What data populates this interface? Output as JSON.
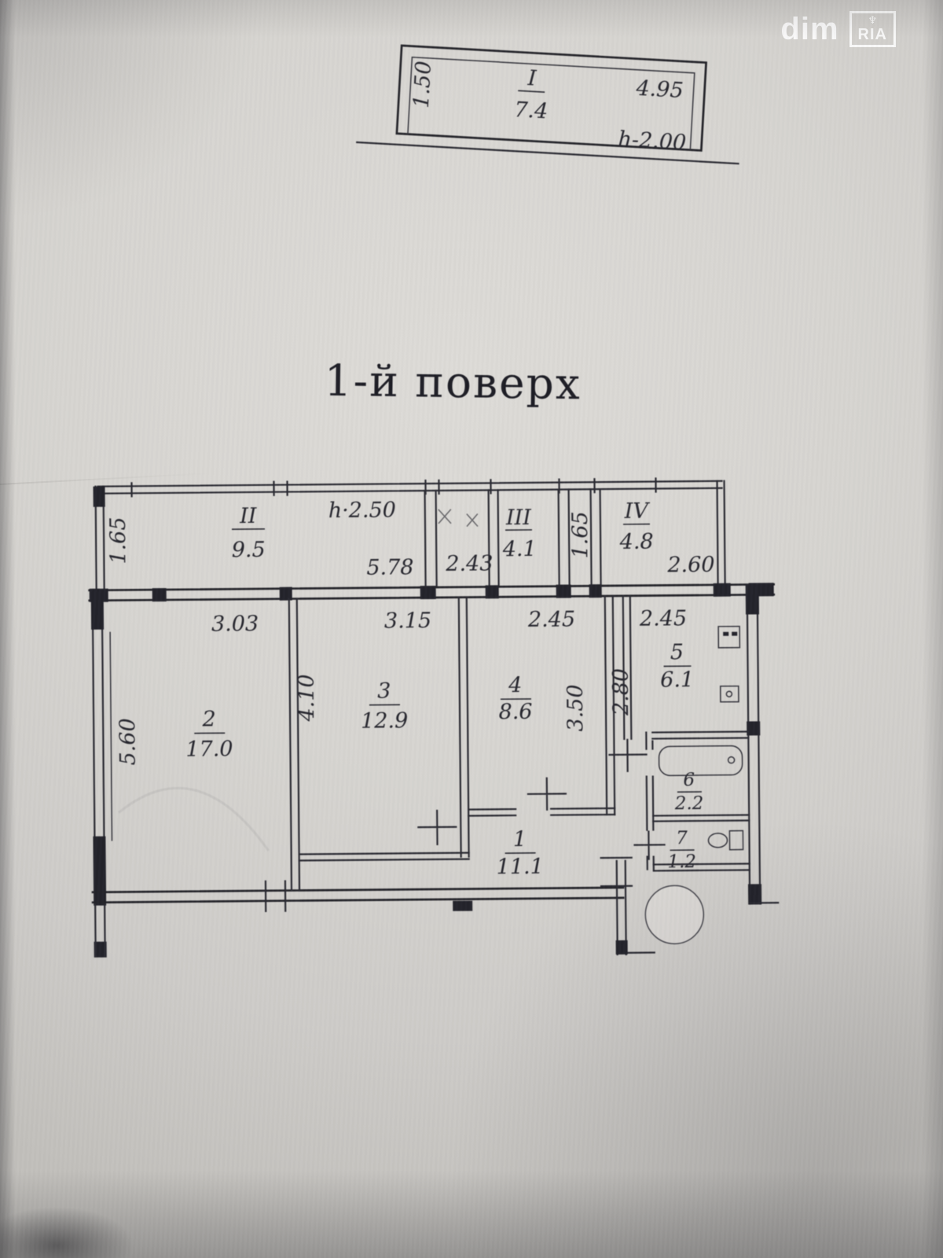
{
  "watermark": {
    "dim": "dim",
    "ria": "RIA",
    "trident": "♆"
  },
  "title": "1-й поверх",
  "upper_plan": {
    "side_dim": "1.50",
    "num": "I",
    "area": "7.4",
    "width_dim": "4.95",
    "height_note": "h-2.00"
  },
  "floor_plan": {
    "strip": {
      "left_dim": "1.65",
      "loggia_num": "II",
      "loggia_area": "9.5",
      "ceiling_note": "h·2.50",
      "width1": "5.78",
      "width2": "2.43",
      "r3_num": "III",
      "r3_area": "4.1",
      "right_dim": "1.65",
      "r4_num": "IV",
      "r4_area": "4.8",
      "width3": "2.60"
    },
    "top_dims": [
      "3.03",
      "3.15",
      "2.45",
      "2.45"
    ],
    "rooms": {
      "r2": {
        "num": "2",
        "area": "17.0",
        "left_dim": "5.60"
      },
      "r3": {
        "num": "3",
        "area": "12.9",
        "left_dim": "4.10"
      },
      "r4": {
        "num": "4",
        "area": "8.6",
        "right_dim": "3.50"
      },
      "r5": {
        "num": "5",
        "area": "6.1",
        "left_dim": "2.80"
      },
      "r6": {
        "num": "6",
        "area": "2.2"
      },
      "r7": {
        "num": "7",
        "area": "1.2"
      },
      "r1": {
        "num": "1",
        "area": "11.1"
      }
    }
  }
}
